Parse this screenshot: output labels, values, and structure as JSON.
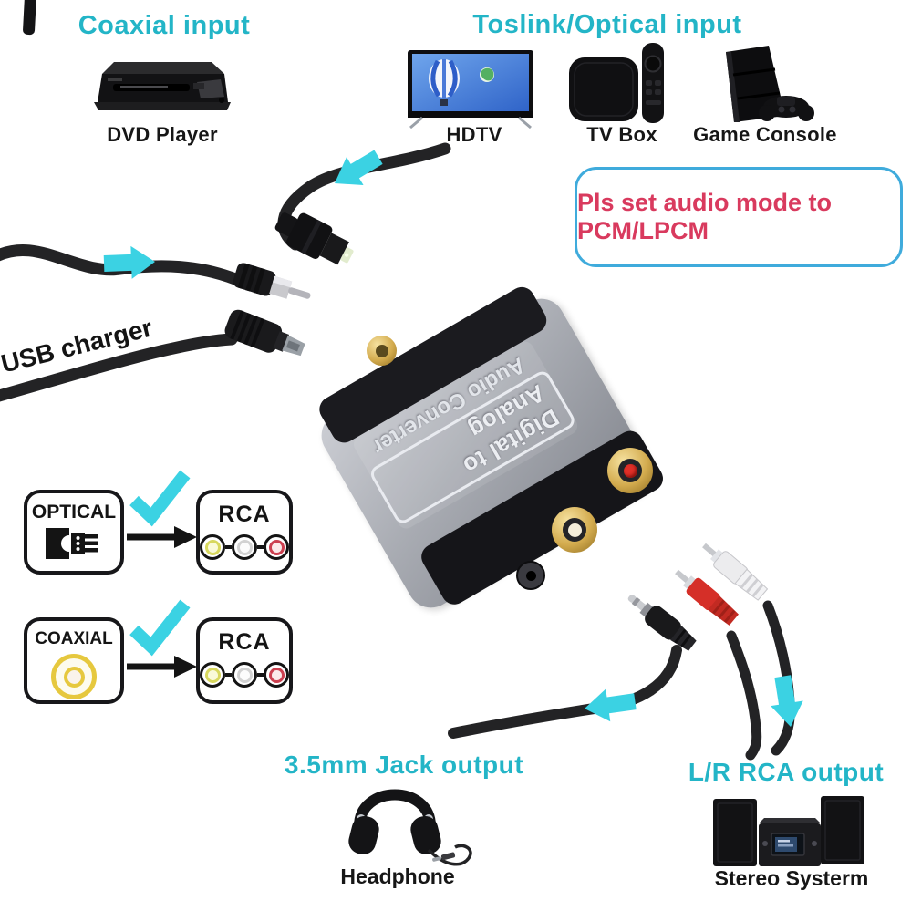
{
  "colors": {
    "teal_heading": "#23b5c7",
    "cyan_arrow": "#3bd2e3",
    "note_border": "#3fabdc",
    "note_text": "#d93a5e",
    "cable_black": "#232325",
    "gold_jack": "#d3ab4e"
  },
  "icons": {
    "checkmark": "check-teal",
    "flow_arrow": "block-arrow-teal",
    "convert_arrow": "arrow-right-black",
    "optical_port": "toslink-connector-glyph",
    "coaxial_port": "coaxial-ring-glyph",
    "rca_ports": "yellow-white-red-dots"
  },
  "sources": {
    "coaxial": {
      "title": "Coaxial input",
      "device": "DVD Player"
    },
    "optical": {
      "title": "Toslink/Optical input",
      "devices": [
        "HDTV",
        "TV Box",
        "Game Console"
      ]
    }
  },
  "note": {
    "text": "Pls set audio mode to PCM/LPCM"
  },
  "cables": {
    "usb_label": "USB charger"
  },
  "converter": {
    "label_line1": "Digital to Analog",
    "label_line2": "Audio Converter"
  },
  "conversions": [
    {
      "from": "OPTICAL",
      "to": "RCA"
    },
    {
      "from": "COAXIAL",
      "to": "RCA"
    }
  ],
  "outputs": {
    "jack": {
      "title": "3.5mm Jack output",
      "device": "Headphone"
    },
    "rca": {
      "title": "L/R RCA output",
      "device": "Stereo Systerm"
    }
  }
}
